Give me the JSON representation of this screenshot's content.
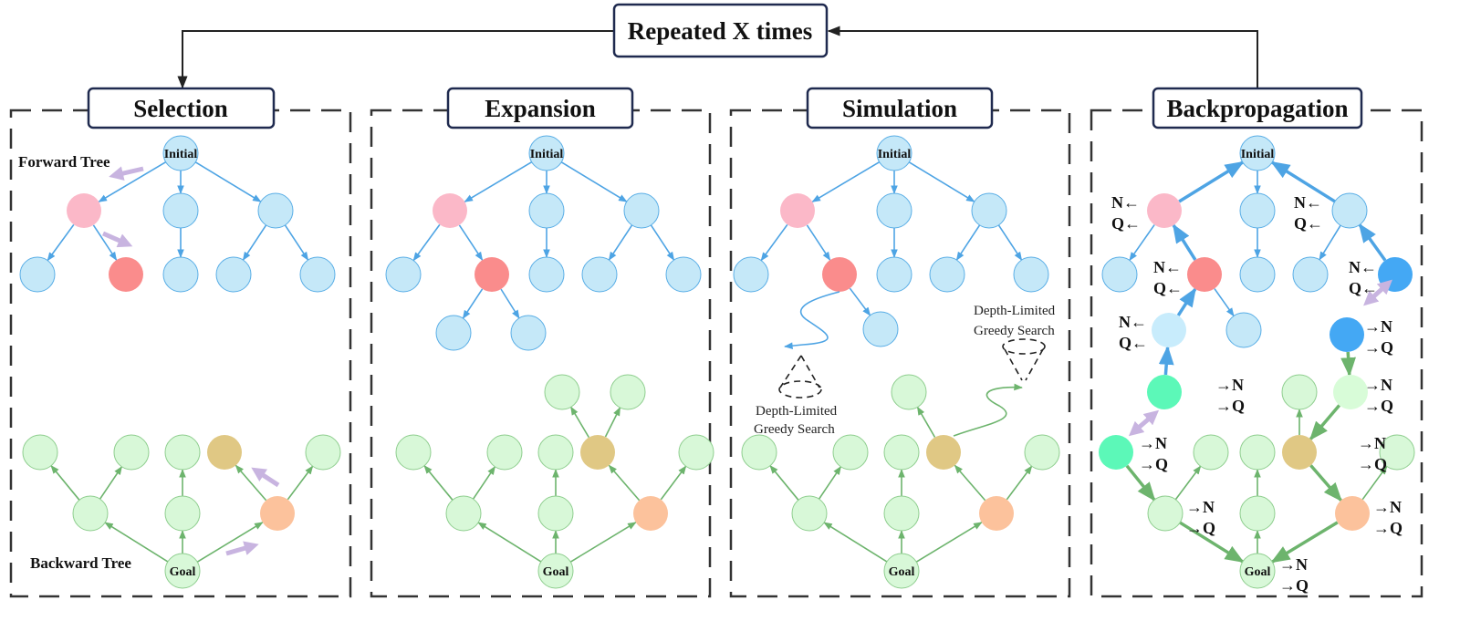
{
  "header": {
    "loop_label": "Repeated X times"
  },
  "panels": [
    {
      "title": "Selection"
    },
    {
      "title": "Expansion"
    },
    {
      "title": "Simulation"
    },
    {
      "title": "Backpropagation"
    }
  ],
  "labels": {
    "initial": "Initial",
    "goal": "Goal",
    "forward_tree": "Forward Tree",
    "backward_tree": "Backward Tree",
    "dlgs_line1": "Depth-Limited",
    "dlgs_line2": "Greedy Search",
    "n_in": "N←",
    "q_in": "Q←",
    "n_out": "→N",
    "q_out": "→Q"
  },
  "colors": {
    "forward_node": "#c5e8f8",
    "forward_stroke": "#5aaee6",
    "forward_edge": "#4ea4e4",
    "backward_node": "#d8f8d8",
    "backward_stroke": "#8fce8f",
    "backward_edge": "#6db46d",
    "selected_pink": "#fbb8c8",
    "selected_red": "#fa8c8c",
    "selected_orange": "#fcc29c",
    "selected_gold": "#e0c884",
    "highlight_blue": "#44a8f4",
    "highlight_lightblue": "#c8ecfc",
    "highlight_teal": "#5cf8b8",
    "highlight_lightgreen": "#d8fcd8",
    "purple_arrow": "#c8b4e0",
    "frame": "#1f2a4f",
    "dash": "#333333"
  }
}
